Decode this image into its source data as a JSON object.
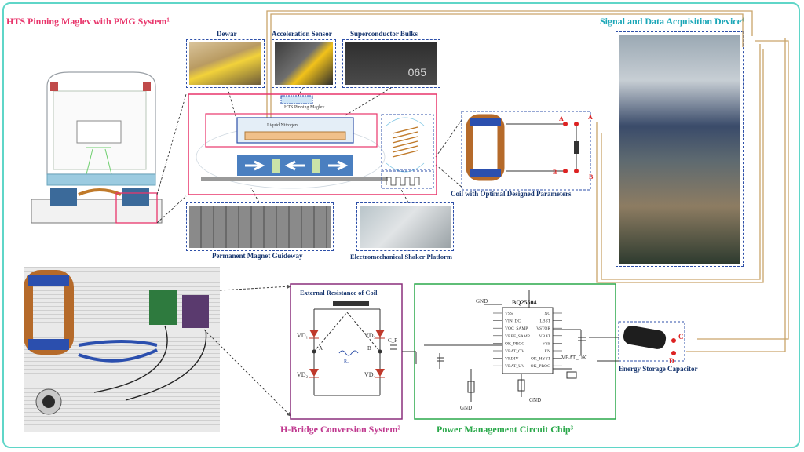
{
  "titles": {
    "maglev": "HTS Pinning Maglev with PMG System¹",
    "daq": "Signal and Data Acquisition Device⁴",
    "hbridge": "H-Bridge Conversion System²",
    "pmc": "Power Management Circuit Chip³"
  },
  "labels": {
    "dewar": "Dewar",
    "accel": "Acceleration Sensor",
    "bulks": "Superconductor Bulks",
    "guideway": "Permanent Magnet Guideway",
    "shaker": "Electromechanical Shaker Platform",
    "coil": "Coil with Optimal Designed Parameters",
    "capacitor": "Energy Storage Capacitor",
    "ext_res": "External Resistance of Coil",
    "liquid_n2": "Liquid Nitrogen",
    "maglev_small": "HTS Pinning Maglev",
    "bulk_text": "065"
  },
  "nodes": {
    "a": "A",
    "b": "B",
    "c": "C",
    "d": "D"
  },
  "hbridge": {
    "vd1": "VD₁",
    "vd2": "VD₂",
    "vd3": "VD₃",
    "vd4": "VD₄",
    "a": "A",
    "b": "B",
    "cp": "C_P",
    "r_label": "R₀"
  },
  "chip": {
    "name": "BQ25504",
    "gnd": "GND",
    "left_pins": [
      "VSS",
      "VIN_DC",
      "VOC_SAMP",
      "VREF_SAMP",
      "OK_PROG",
      "VBAT_OV",
      "VRDIV",
      "VBAT_UV"
    ],
    "right_pins": [
      "NC",
      "LBST",
      "VSTOR",
      "VBAT",
      "VSS",
      "EN",
      "OK_HYST",
      "OK_PROG"
    ],
    "vbat_label": "VBAT_OK",
    "gnd2": "GND",
    "gnd3": "GND"
  },
  "colors": {
    "frame": "#5fd6c8",
    "maglev_title": "#e8356b",
    "daq_title": "#1aa6b7",
    "hbridge_title": "#c0398f",
    "pmc_title": "#2aa84a",
    "label": "#15346e",
    "wire": "#c9a56a",
    "red_box": "#e8356b"
  }
}
